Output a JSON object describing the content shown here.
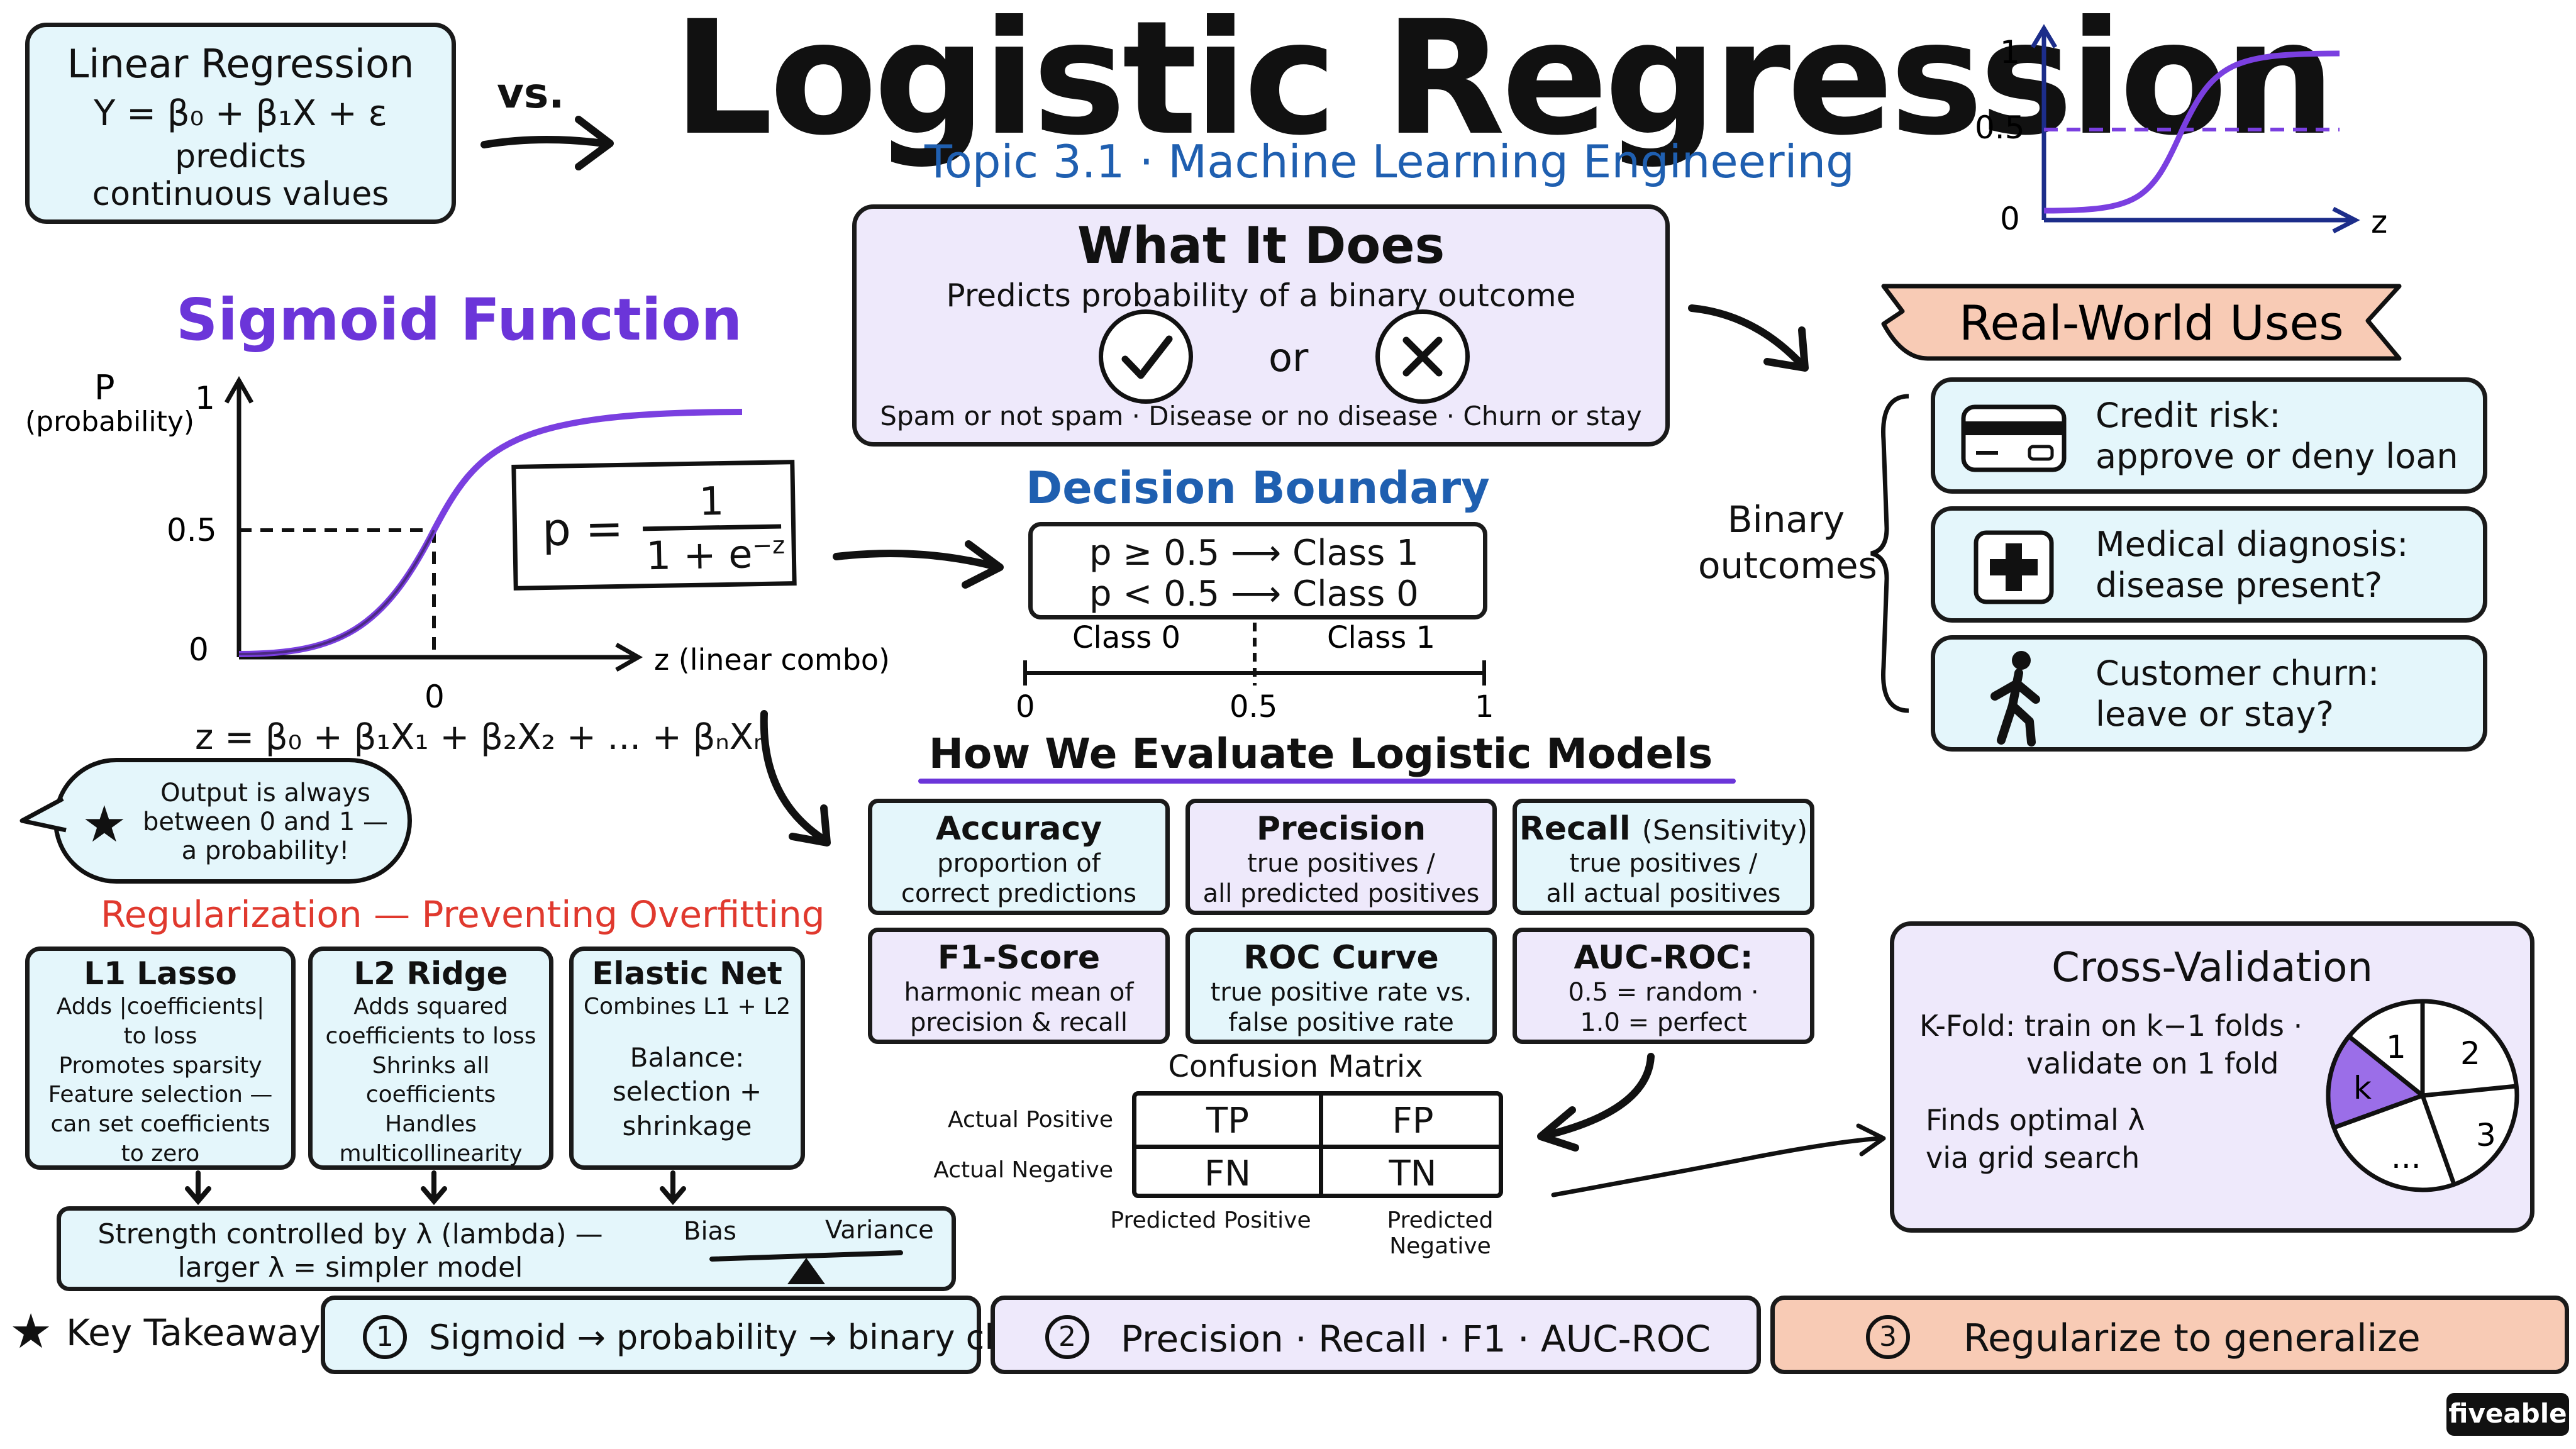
{
  "header": {
    "title": "Logistic Regression",
    "subtitle": "Topic 3.1 · Machine Learning Engineering",
    "vs_label": "vs."
  },
  "linear_box": {
    "title": "Linear Regression",
    "formula": "Y = β₀ + β₁X + ε",
    "line1": "predicts",
    "line2": "continuous values"
  },
  "mini_sigmoid": {
    "y_top": "1",
    "y_mid": "0.5",
    "y_zero": "0",
    "x_label": "z"
  },
  "sigmoid": {
    "title": "Sigmoid Function",
    "y_label": "P",
    "y_label_sub": "(probability)",
    "y_ticks": [
      "1",
      "0.5",
      "0"
    ],
    "x_tick": "0",
    "x_label": "z (linear combo)",
    "formula_p": "p =",
    "formula_num": "1",
    "formula_den": "1 + e",
    "formula_exp": "−z",
    "z_equation": "z = β₀ + β₁X₁ + β₂X₂ + ... + βₙXₙ",
    "note": [
      "Output is always",
      "between 0 and 1 —",
      "a probability!"
    ]
  },
  "what_it_does": {
    "title": "What It Does",
    "desc": "Predicts probability of a binary outcome",
    "or_label": "or",
    "examples": "Spam or not spam · Disease or no disease · Churn or stay"
  },
  "decision_boundary": {
    "title": "Decision Boundary",
    "rule1": "p ≥ 0.5 ⟶ Class 1",
    "rule2": "p < 0.5 ⟶ Class 0",
    "class0": "Class 0",
    "class1": "Class 1",
    "ticks": [
      "0",
      "0.5",
      "1"
    ]
  },
  "real_world": {
    "banner": "Real-World Uses",
    "binary_label": [
      "Binary",
      "outcomes"
    ],
    "items": [
      {
        "icon": "credit-card-icon",
        "line1": "Credit risk:",
        "line2": "approve or deny loan"
      },
      {
        "icon": "medical-cross-icon",
        "line1": "Medical diagnosis:",
        "line2": "disease present?"
      },
      {
        "icon": "walking-person-icon",
        "line1": "Customer churn:",
        "line2": "leave or stay?"
      }
    ]
  },
  "evaluate": {
    "title": "How We Evaluate Logistic Models",
    "metrics": [
      {
        "title": "Accuracy",
        "lines": [
          "proportion of",
          "correct predictions"
        ]
      },
      {
        "title": "Precision",
        "lines": [
          "true positives /",
          "all predicted positives"
        ]
      },
      {
        "title": "Recall",
        "title_extra": "(Sensitivity)",
        "lines": [
          "true positives /",
          "all actual positives"
        ]
      },
      {
        "title": "F1-Score",
        "lines": [
          "harmonic mean of",
          "precision & recall"
        ]
      },
      {
        "title": "ROC Curve",
        "lines": [
          "true positive rate vs.",
          "false positive rate"
        ]
      },
      {
        "title": "AUC-ROC:",
        "lines": [
          "0.5 = random ·",
          "1.0 = perfect"
        ]
      }
    ]
  },
  "confusion": {
    "title": "Confusion Matrix",
    "row_labels": [
      "Actual Positive",
      "Actual Negative"
    ],
    "cells": [
      "TP",
      "FP",
      "FN",
      "TN"
    ],
    "col_labels": [
      "Predicted Positive",
      "Predicted Negative"
    ]
  },
  "regularization": {
    "title": "Regularization — Preventing Overfitting",
    "l1": {
      "title": "L1 Lasso",
      "lines": [
        "Adds |coefficients|",
        "to loss",
        "Promotes sparsity",
        "Feature selection —",
        "can set coefficients",
        "to zero"
      ]
    },
    "l2": {
      "title": "L2 Ridge",
      "lines": [
        "Adds squared",
        "coefficients to loss",
        "Shrinks all",
        "coefficients",
        "Handles",
        "multicollinearity"
      ]
    },
    "elastic": {
      "title": "Elastic Net",
      "lines": [
        "Combines L1 + L2",
        "",
        "Balance:",
        "selection +",
        "shrinkage"
      ]
    },
    "strength_line1": "Strength controlled by λ (lambda) —",
    "strength_line2": "larger λ = simpler model",
    "bias_label": "Bias",
    "variance_label": "Variance"
  },
  "cross_validation": {
    "title": "Cross-Validation",
    "line1": "K-Fold: train on k−1 folds ·",
    "line2": "validate on 1 fold",
    "line3": "Finds optimal λ",
    "line4": "via grid search",
    "folds": [
      "1",
      "2",
      "3",
      "...",
      "k"
    ],
    "highlight_color": "#9b6ee8"
  },
  "takeaways": {
    "label": "Key Takeaways",
    "items": [
      {
        "num": "1",
        "text": "Sigmoid → probability → binary class"
      },
      {
        "num": "2",
        "text": "Precision · Recall · F1 · AUC-ROC"
      },
      {
        "num": "3",
        "text": "Regularize to generalize"
      }
    ]
  },
  "brand": {
    "logo": "fiveable"
  },
  "colors": {
    "curve": "#7a3fe0",
    "blue": "#1f5fb0",
    "red": "#e0392e",
    "cyan_fill": "#e4f6fb",
    "lavender_fill": "#eee9fb",
    "peach_fill": "#f8cbb5"
  }
}
